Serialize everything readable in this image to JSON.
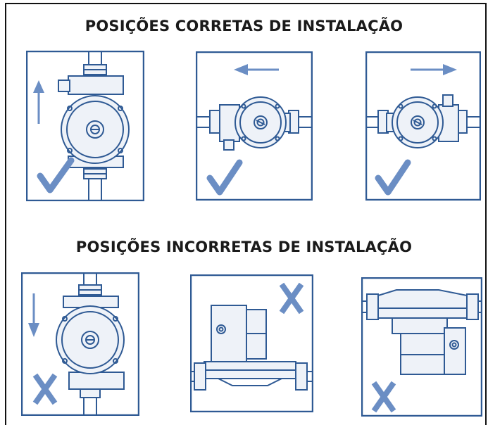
{
  "headings": {
    "correct": "POSIÇÕES CORRETAS DE INSTALAÇÃO",
    "incorrect": "POSIÇÕES INCORRETAS DE INSTALAÇÃO"
  },
  "colors": {
    "line": "#2f5a94",
    "accent": "#6b8ec4",
    "fill": "#eef2f8",
    "text": "#1a1a1a"
  },
  "panels": [
    {
      "group": "correct",
      "orientation": "vertical",
      "arrow": "up",
      "mark": "check"
    },
    {
      "group": "correct",
      "orientation": "horizontal",
      "arrow": "left",
      "mark": "check"
    },
    {
      "group": "correct",
      "orientation": "horizontal",
      "arrow": "right",
      "mark": "check"
    },
    {
      "group": "incorrect",
      "orientation": "vertical",
      "arrow": "down",
      "mark": "cross"
    },
    {
      "group": "incorrect",
      "orientation": "motor-up",
      "arrow": "none",
      "mark": "cross"
    },
    {
      "group": "incorrect",
      "orientation": "motor-down",
      "arrow": "none",
      "mark": "cross"
    }
  ]
}
